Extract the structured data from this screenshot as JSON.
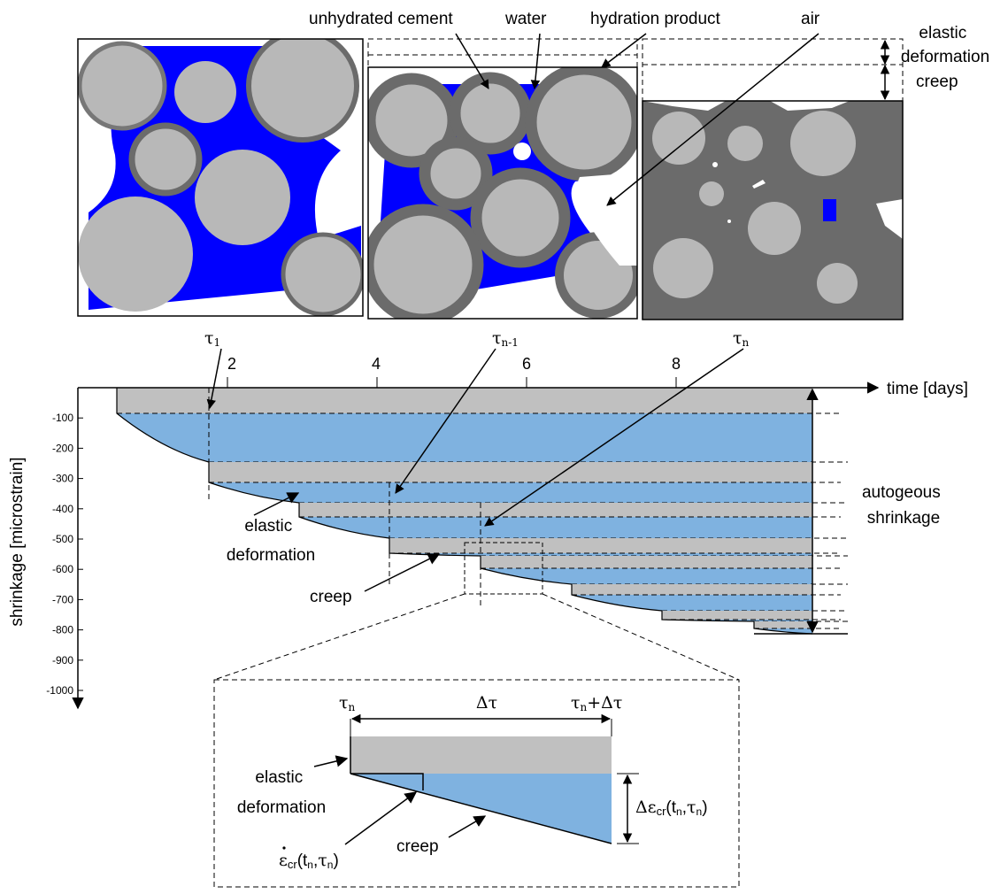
{
  "top_panel": {
    "labels": {
      "unhydrated_cement": "unhydrated cement",
      "water": "water",
      "hydration_product": "hydration product",
      "air": "air",
      "elastic_deformation": "elastic deformation",
      "creep": "creep"
    }
  },
  "main_chart": {
    "x_axis": {
      "label": "time [days]",
      "ticks": [
        "2",
        "4",
        "6",
        "8"
      ]
    },
    "y_axis": {
      "label": "shrinkage [microstrain]",
      "ticks": [
        "-100",
        "-200",
        "-300",
        "-400",
        "-500",
        "-600",
        "-700",
        "-800",
        "-900",
        "-1000"
      ]
    },
    "annotations": {
      "tau_1": "τ₁",
      "tau_n_minus_1": "τn-1",
      "tau_n": "τn",
      "autogeous": "autogeous",
      "shrinkage": "shrinkage",
      "elastic": "elastic",
      "deformation": "deformation",
      "creep": "creep"
    }
  },
  "zoom_panel": {
    "tau_n": "τn",
    "delta_tau": "Δτ",
    "tau_n_plus_delta": "τn+Δτ",
    "elastic": "elastic",
    "deformation": "deformation",
    "creep": "creep",
    "creep_rate": "ε̇cr(tn,τn)",
    "delta_eps": "Δεcr(tn,τn)"
  },
  "colors": {
    "water": "#0000ff",
    "cement": "#b8b8b8",
    "hydration_product": "#6b6b6b",
    "creep_fill": "#7fb2e0",
    "elastic_fill": "#c0c0c0"
  }
}
